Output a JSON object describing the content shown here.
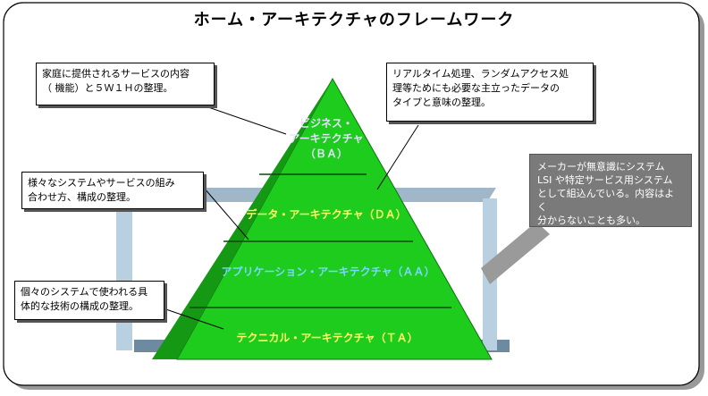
{
  "title": "ホーム・アーキテクチャのフレームワーク",
  "layers": [
    {
      "label": "ビジネス・\nアーキテクチャ\n（ＢＡ）",
      "color": "#e8e0ff"
    },
    {
      "label": "データ・アーキテクチャ（ＤＡ）",
      "color": "#ffff66"
    },
    {
      "label": "アプリケーション・アーキテクチャ（ＡＡ）",
      "color": "#7ad7ff"
    },
    {
      "label": "テクニカル・アーキテクチャ（ＴＡ）",
      "color": "#ffff66"
    }
  ],
  "callouts": {
    "ba": "家庭に提供されるサービスの内容\n（ 機能）と５Ｗ１Ｈの整理。",
    "aa": "様々なシステムやサービスの組み\n合わせ方、構成の整理。",
    "ta": "個々のシステムで使われる具\n体的な技術の構成の整理。",
    "da": "リアルタイム処理、ランダムアクセス処\n理等ためにも必要な主立ったデータの\nタイプと意味の整理。"
  },
  "note": "メーカーが無意識にシステム\nLSI や特定サービス用システム\nとして組込んでいる。内容はよく\n分からないことも多い。",
  "colors": {
    "pyramid": "#22cc22",
    "frame": "#9fb7c8",
    "shadow": "#888888"
  }
}
